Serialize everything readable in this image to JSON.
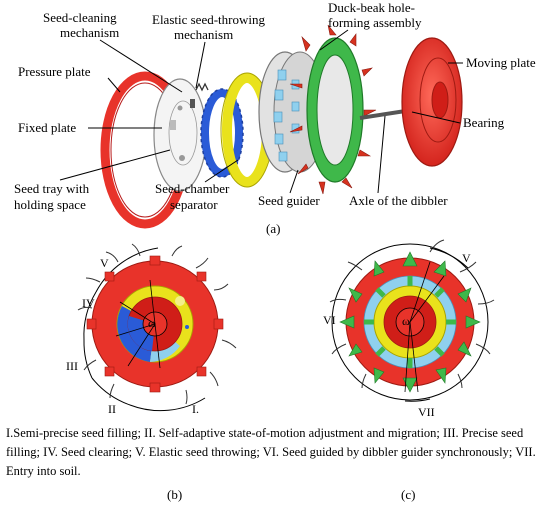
{
  "colors": {
    "red": "#e8332a",
    "darkred": "#b71c1c",
    "green": "#3fb84a",
    "yellow": "#e9e21c",
    "blue": "#2a5bd7",
    "lightblue": "#8fd0ee",
    "gray": "#cfcfcf"
  },
  "part_a": {
    "labels": {
      "seed_cleaning": [
        "Seed-cleaning",
        "mechanism"
      ],
      "elastic_throwing": [
        "Elastic seed-throwing",
        "mechanism"
      ],
      "duck_beak": [
        "Duck-beak hole-",
        "forming assembly"
      ],
      "pressure_plate": "Pressure plate",
      "moving_plate": "Moving plate",
      "fixed_plate": "Fixed plate",
      "bearing": "Bearing",
      "seed_tray": [
        "Seed tray with",
        "holding space"
      ],
      "chamber_separator": [
        "Seed-chamber",
        "separator"
      ],
      "seed_guider": "Seed guider",
      "axle": "Axle of the dibbler"
    },
    "caption": "(a)"
  },
  "part_b": {
    "roman": [
      "V",
      "IV",
      "III",
      "II",
      "I."
    ],
    "omega": "ω",
    "caption": "(b)"
  },
  "part_c": {
    "roman": [
      "V",
      "VI",
      "VII"
    ],
    "omega": "ω",
    "caption": "(c)"
  },
  "legend": {
    "items": [
      "I.Semi-precise seed filling;",
      "II. Self-adaptive state-of-motion adjustment and migration;",
      "III. Precise seed filling;",
      "IV. Seed clearing;",
      "V. Elastic seed throwing;",
      "VI. Seed guided by dibbler guider synchronously;",
      "VII. Entry into soil."
    ]
  }
}
